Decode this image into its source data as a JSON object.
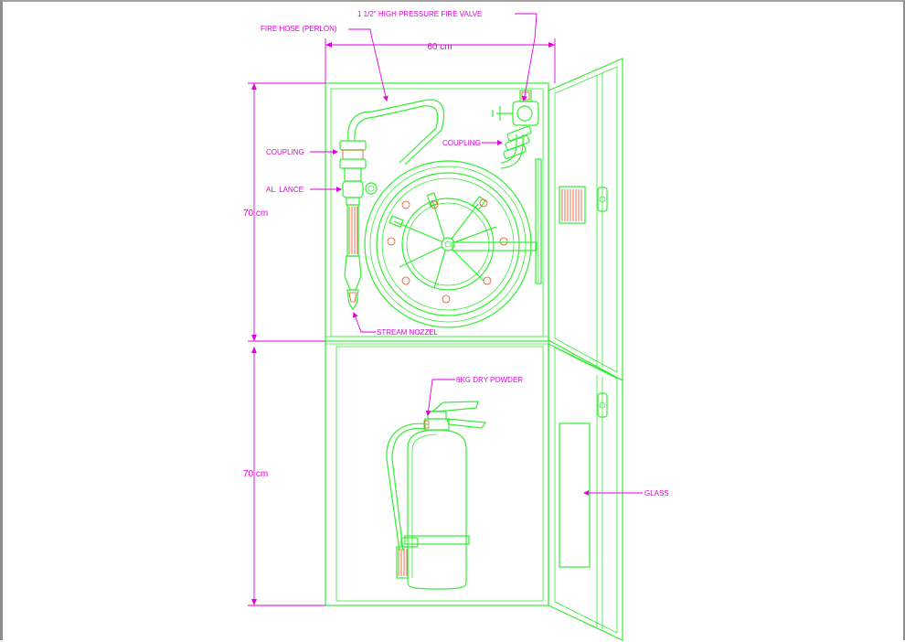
{
  "drawing": {
    "width_dim": "60 cm",
    "height_dim_top": "70 cm",
    "height_dim_bottom": "70 cm"
  },
  "labels": {
    "valve": "1 1/2\" HIGH PRESSURE FIRE VALVE",
    "hose": "FIRE HOSE (PERLON)",
    "coupling_left": "COUPLING",
    "coupling_right": "COUPLING",
    "lance": "AL. LANCE",
    "nozzle": "STREAM NOZZEL",
    "extinguisher": "6KG DRY POWDER",
    "glass": "GLASS"
  },
  "colors": {
    "line": "#33ee33",
    "annotation": "#e000e0",
    "hatch": "#e05020"
  }
}
